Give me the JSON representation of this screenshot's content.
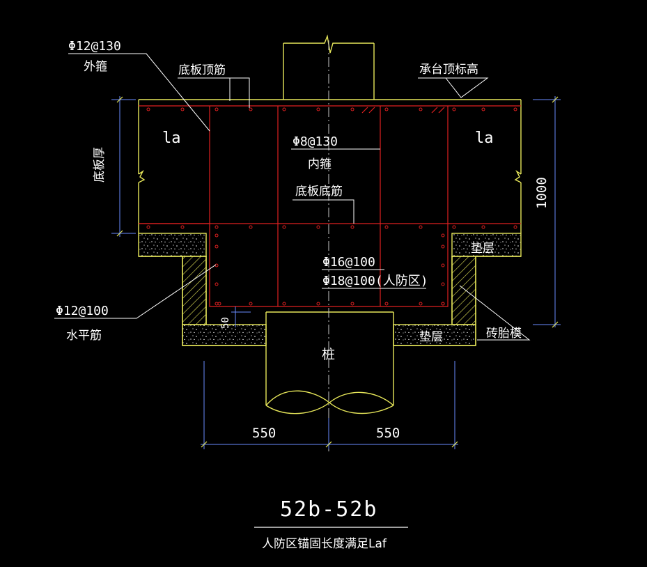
{
  "colors": {
    "background": "#000000",
    "outline": "#e8e85a",
    "rebar": "#e02020",
    "leader": "#ffffff",
    "dimension": "#6a8cff",
    "centerline": "#c8c8c8"
  },
  "labels": {
    "outer_stirrup_spec": "Φ12@130",
    "outer_stirrup": "外箍",
    "slab_top_rebar": "底板顶筋",
    "cap_top_elev": "承台顶标高",
    "la_left": "la",
    "la_right": "la",
    "inner_stirrup_spec": "Φ8@130",
    "inner_stirrup": "内箍",
    "slab_thickness": "底板厚",
    "slab_bottom_rebar": "底板底筋",
    "dim_1000": "1000",
    "cushion_right_top": "垫层",
    "bottom_rebar_spec": "Φ16@100",
    "bottom_rebar_spec_civil": "Φ18@100(人防区)",
    "horiz_rebar_spec": "Φ12@100",
    "horiz_rebar": "水平筋",
    "dim_50": "50",
    "pile": "桩",
    "brick_mold": "砖胎模",
    "cushion_right_bottom": "垫层",
    "dim_550_left": "550",
    "dim_550_right": "550"
  },
  "title": {
    "section": "52b-52b",
    "note": "人防区锚固长度满足Laf"
  }
}
